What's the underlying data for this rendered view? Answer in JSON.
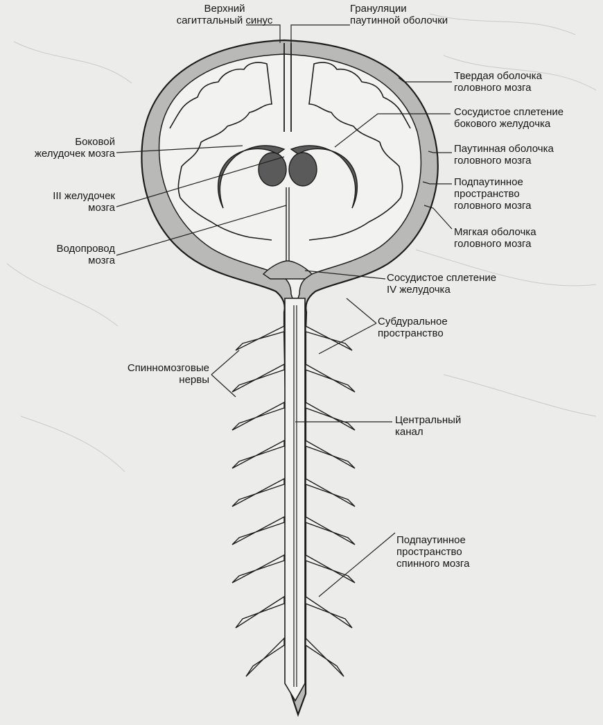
{
  "labels": {
    "sagittal_sinus": [
      "Верхний",
      "сагиттальный синус"
    ],
    "arachnoid_granulations": [
      "Грануляции",
      "паутинной оболочки"
    ],
    "dura_brain": [
      "Твердая оболочка",
      "головного мозга"
    ],
    "choroid_lateral": [
      "Сосудистое сплетение",
      "бокового желудочка"
    ],
    "lateral_ventricle": [
      "Боковой",
      "желудочек мозга"
    ],
    "arachnoid_brain": [
      "Паутинная оболочка",
      "головного мозга"
    ],
    "third_ventricle": [
      "III желудочек",
      "мозга"
    ],
    "subarachnoid_brain": [
      "Подпаутинное",
      "пространство",
      "головного мозга"
    ],
    "pia_brain": [
      "Мягкая оболочка",
      "головного мозга"
    ],
    "aqueduct": [
      "Водопровод",
      "мозга"
    ],
    "choroid_fourth": [
      "Сосудистое сплетение",
      "IV желудочка"
    ],
    "subdural": [
      "Субдуральное",
      "пространство"
    ],
    "spinal_nerves": [
      "Спинномозговые",
      "нервы"
    ],
    "central_canal": [
      "Центральный",
      "канал"
    ],
    "subarachnoid_spinal": [
      "Подпаутинное",
      "пространство",
      "спинного мозга"
    ]
  },
  "colors": {
    "background": "#ececea",
    "outline": "#1c1c1c",
    "meninges_fill": "#b9b9b7",
    "tissue_fill": "#f2f2f0",
    "ventricle_fill": "#5a5a5a",
    "leader": "#222222"
  }
}
